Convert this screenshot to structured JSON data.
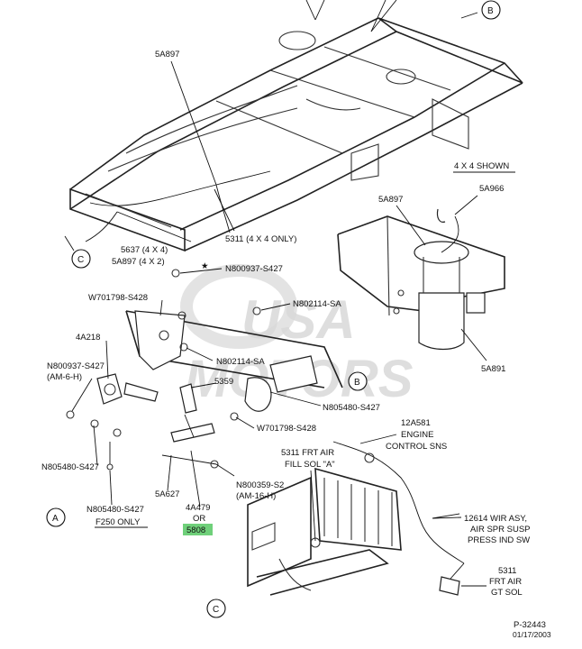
{
  "callouts": {
    "a": "A",
    "b": "B",
    "c": "C"
  },
  "labels": {
    "frame_5a897": "5A897",
    "note_4x4": "4 X 4 SHOWN",
    "line_5637": "5637 (4 X 4)",
    "line_5a897_4x2": "5A897 (4 X 2)",
    "line_5311_4x4": "5311 (4 X 4 ONLY)",
    "b_5a897": "5A897",
    "b_5a966": "5A966",
    "b_5a891": "5A891",
    "n800937_top": "N800937-S427",
    "w701798_left": "W701798-S428",
    "n802114_sa_top": "N802114-SA",
    "p4a218": "4A218",
    "n800937_left": "N800937-S427",
    "am6h": "(AM-6-H)",
    "n802114_sa_mid": "N802114-SA",
    "p5359": "5359",
    "n805480_right": "N805480-S427",
    "w701798_right": "W701798-S428",
    "n805480_left": "N805480-S427",
    "p5a627": "5A627",
    "n800359": "N800359-S2",
    "am16h": "(AM-16-H)",
    "n805480_f250": "N805480-S427",
    "f250_only": "F250 ONLY",
    "p4a479": "4A479",
    "or": "OR",
    "p5808": "5808",
    "p12a581_1": "12A581",
    "p12a581_2": "ENGINE",
    "p12a581_3": "CONTROL SNS",
    "p5311_fill_1": "5311 FRT AIR",
    "p5311_fill_2": "FILL SOL \"A\"",
    "p12614_1": "12614 WIR ASY,",
    "p12614_2": "AIR SPR SUSP",
    "p12614_3": "PRESS IND SW",
    "p5311_gt_1": "5311",
    "p5311_gt_2": "FRT AIR",
    "p5311_gt_3": "GT SOL",
    "ref_code": "P-32443",
    "ref_date": "01/17/2003"
  },
  "watermark": {
    "line1": "USA",
    "line2": "MOTORS"
  },
  "colors": {
    "highlight": "#6fd07a",
    "ink": "#111111",
    "watermark": "#d9d9d9"
  }
}
